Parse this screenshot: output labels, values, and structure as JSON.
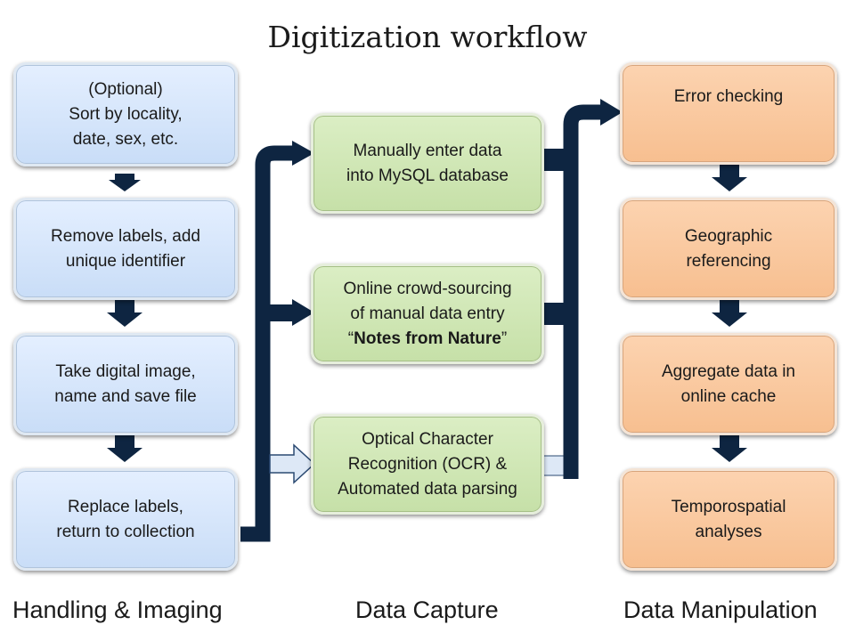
{
  "title": "Digitization workflow",
  "sections": {
    "handling": "Handling & Imaging",
    "capture": "Data Capture",
    "manipulation": "Data Manipulation"
  },
  "handling_steps": [
    {
      "lines": [
        "(Optional)",
        "Sort by locality,",
        "date, sex, etc."
      ]
    },
    {
      "lines": [
        "Remove labels, add",
        "unique identifier"
      ]
    },
    {
      "lines": [
        "Take digital image,",
        "name and save file"
      ]
    },
    {
      "lines": [
        "Replace labels,",
        "return to collection"
      ]
    }
  ],
  "capture_methods": [
    {
      "lines": [
        "Manually enter data",
        "into MySQL database"
      ]
    },
    {
      "lines": [
        "Online crowd-sourcing",
        "of manual data entry"
      ],
      "quote_open": "“",
      "quote_bold": "Notes from Nature",
      "quote_close": "”"
    },
    {
      "lines": [
        "Optical Character",
        "Recognition (OCR)  &",
        "Automated data parsing"
      ]
    }
  ],
  "manipulation_steps": [
    {
      "lines": [
        "Error checking"
      ]
    },
    {
      "lines": [
        "Geographic",
        "referencing"
      ]
    },
    {
      "lines": [
        "Aggregate data in",
        "online cache"
      ]
    },
    {
      "lines": [
        "Temporospatial",
        "analyses"
      ]
    }
  ],
  "colors": {
    "arrow_dark": "#0e2541",
    "arrow_light": "#dde8f6",
    "arrow_light_stroke": "#2b4a72"
  }
}
